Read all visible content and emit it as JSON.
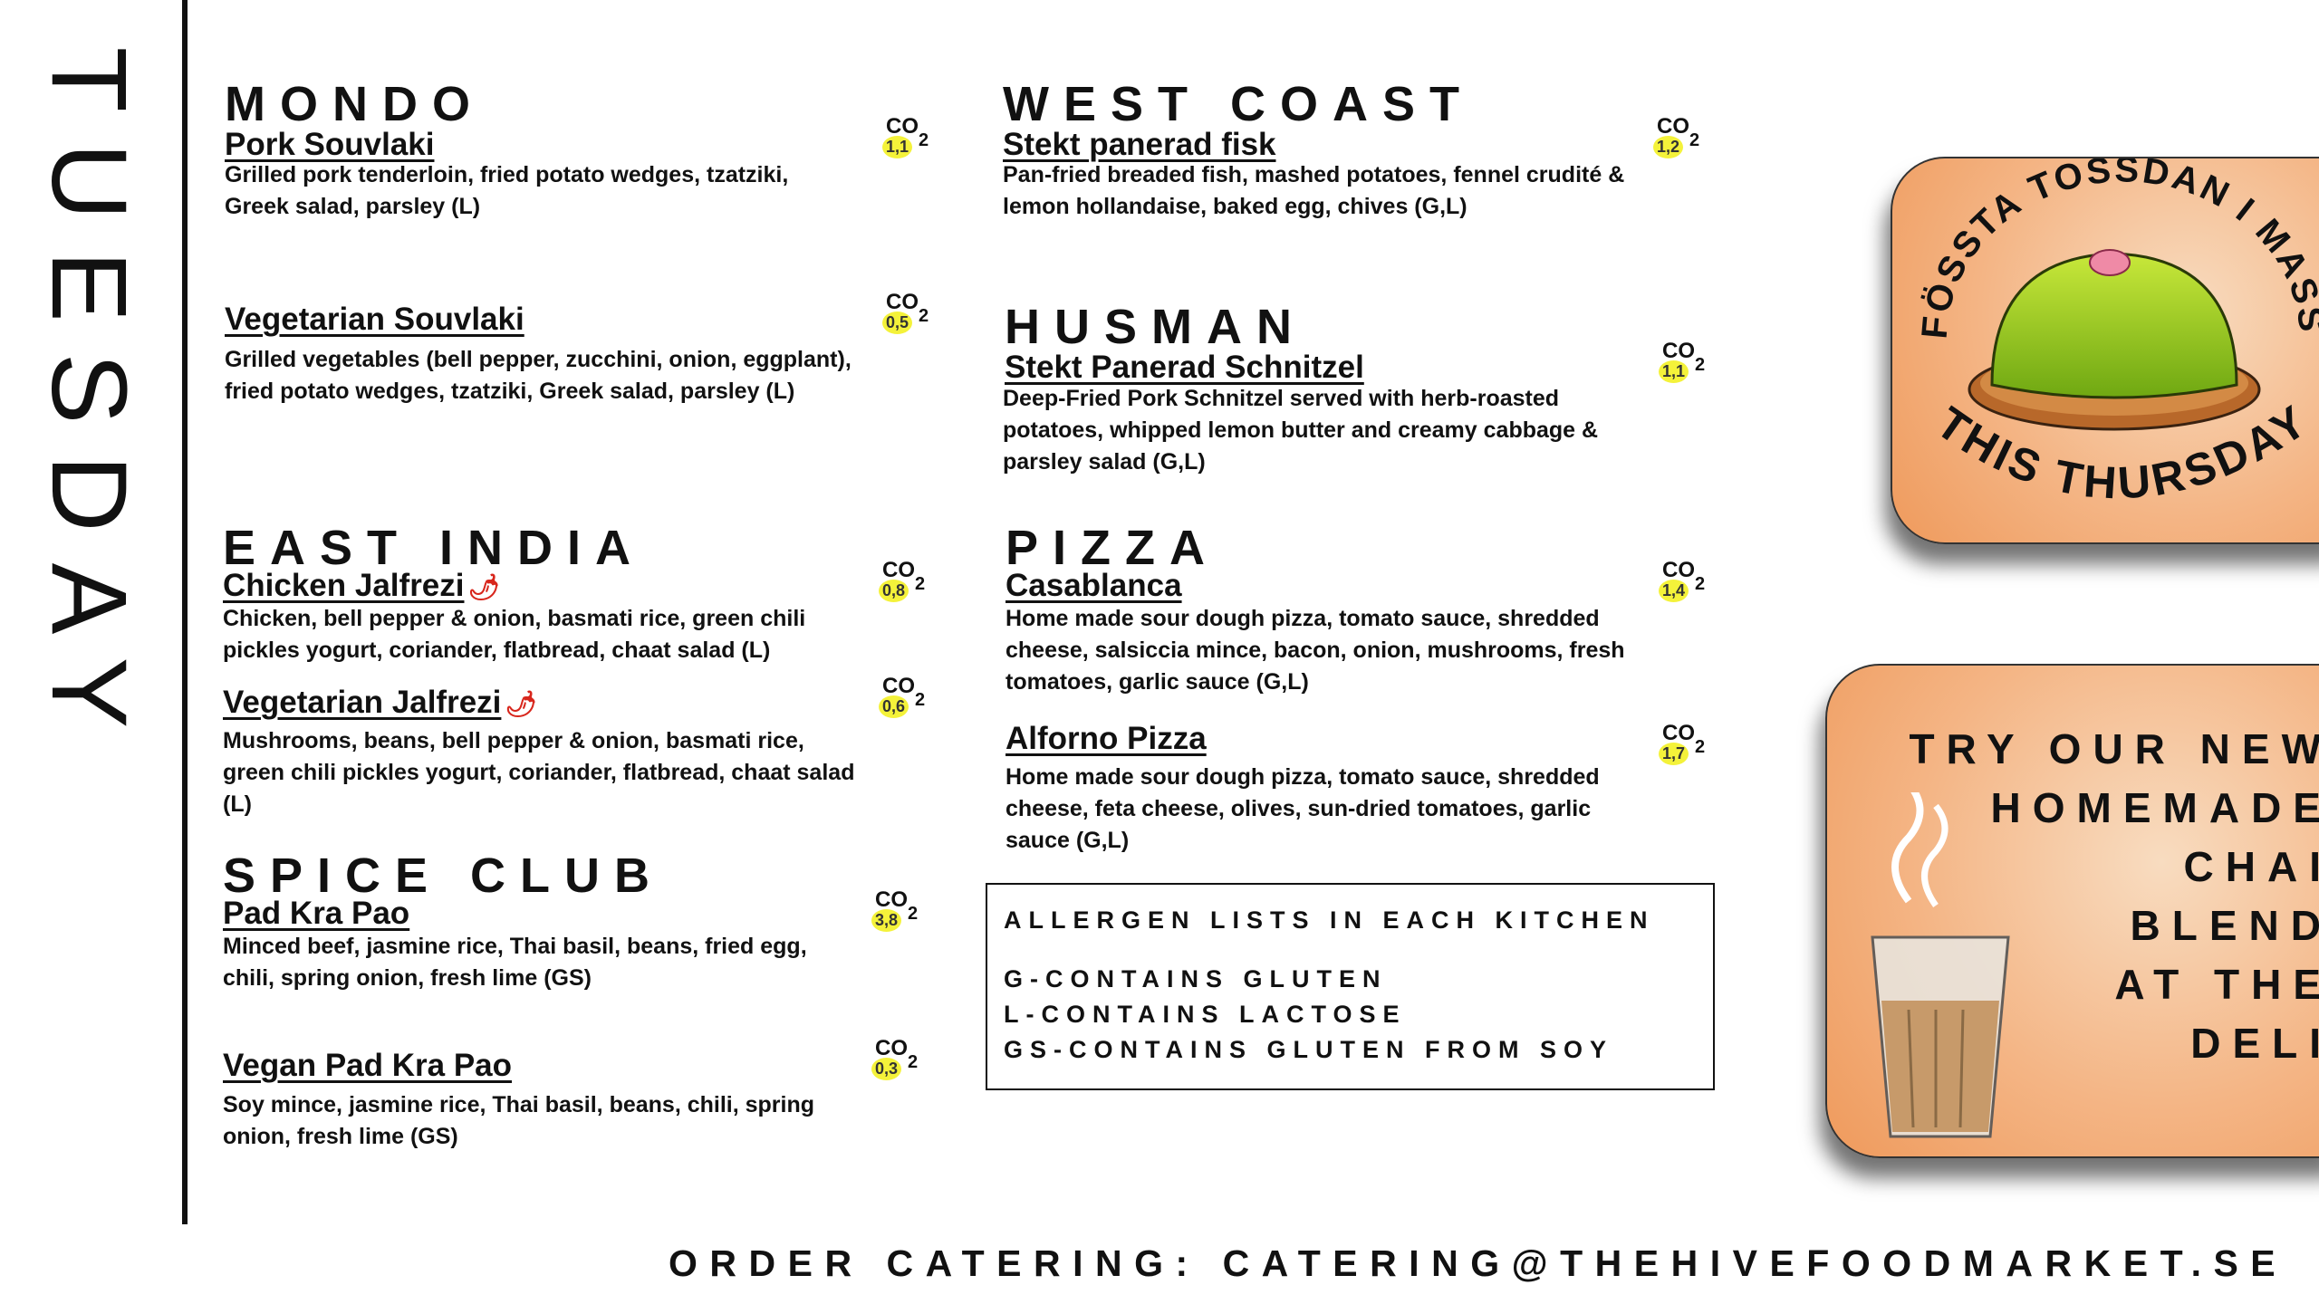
{
  "day": "TUESDAY",
  "co2_label": "CO",
  "co2_sub": "2",
  "left": [
    {
      "section": "MONDO",
      "dishes": [
        {
          "name": "Pork Souvlaki",
          "desc": "Grilled pork tenderloin, fried potato wedges, tzatziki, Greek salad, parsley (L)",
          "co2": "1,1"
        },
        {
          "name": "Vegetarian Souvlaki",
          "desc": "Grilled vegetables (bell pepper, zucchini, onion, eggplant), fried potato wedges, tzatziki, Greek salad, parsley (L)",
          "co2": "0,5"
        }
      ]
    },
    {
      "section": "EAST INDIA",
      "dishes": [
        {
          "name": "Chicken Jalfrezi",
          "desc": "Chicken, bell pepper & onion, basmati rice, green chili pickles yogurt, coriander, flatbread, chaat salad (L)",
          "co2": "0,8",
          "icon": "chili-pepper-icon"
        },
        {
          "name": "Vegetarian Jalfrezi",
          "desc": "Mushrooms, beans, bell pepper & onion, basmati rice, green chili pickles yogurt, coriander, flatbread, chaat salad (L)",
          "co2": "0,6",
          "icon": "chili-pepper-icon"
        }
      ]
    },
    {
      "section": "SPICE CLUB",
      "dishes": [
        {
          "name": "Pad Kra Pao",
          "desc": "Minced beef, jasmine rice, Thai basil, beans, fried egg, chili, spring onion, fresh lime (GS)",
          "co2": "3,8"
        },
        {
          "name": "Vegan Pad Kra Pao",
          "desc": "Soy mince, jasmine rice, Thai basil, beans, chili, spring onion, fresh lime (GS)",
          "co2": "0,3"
        }
      ]
    }
  ],
  "right": [
    {
      "section": "WEST COAST",
      "dishes": [
        {
          "name": "Stekt panerad fisk",
          "desc": "Pan-fried breaded fish, mashed potatoes, fennel crudité & lemon hollandaise, baked egg, chives (G,L)",
          "co2": "1,2"
        }
      ]
    },
    {
      "section": "HUSMAN",
      "dishes": [
        {
          "name": "Stekt Panerad Schnitzel",
          "desc": "Deep-Fried Pork Schnitzel served with herb-roasted potatoes, whipped lemon butter and creamy cabbage & parsley salad (G,L)",
          "co2": "1,1"
        }
      ]
    },
    {
      "section": "PIZZA",
      "dishes": [
        {
          "name": "Casablanca",
          "desc": "Home made sour dough pizza, tomato sauce, shredded cheese, salsiccia mince, bacon, onion, mushrooms, fresh tomatoes, garlic sauce (G,L)",
          "co2": "1,4"
        },
        {
          "name": "Alforno Pizza",
          "desc": "Home made sour dough pizza, tomato sauce, shredded cheese, feta cheese, olives, sun-dried tomatoes, garlic sauce (G,L)",
          "co2": "1,7"
        }
      ]
    }
  ],
  "allergens": {
    "title": "ALLERGEN LISTS IN EACH KITCHEN",
    "items": [
      "G-CONTAINS GLUTEN",
      "L-CONTAINS LACTOSE",
      "GS-CONTAINS GLUTEN FROM SOY"
    ]
  },
  "promo_thursday": {
    "top": "FÖSSTA TOSSDAN I MASS",
    "bottom": "THIS THURSDAY"
  },
  "promo_chai": {
    "lines": [
      "TRY OUR NEW",
      "HOMEMADE",
      "CHAI",
      "BLEND",
      "AT THE",
      "DELI"
    ]
  },
  "footer": "ORDER CATERING: CATERING@THEHIVEFOODMARKET.SE",
  "colors": {
    "co2_highlight": "#f4f23a",
    "card_orange": "#ef9a5c",
    "chili": "#d8261c"
  }
}
